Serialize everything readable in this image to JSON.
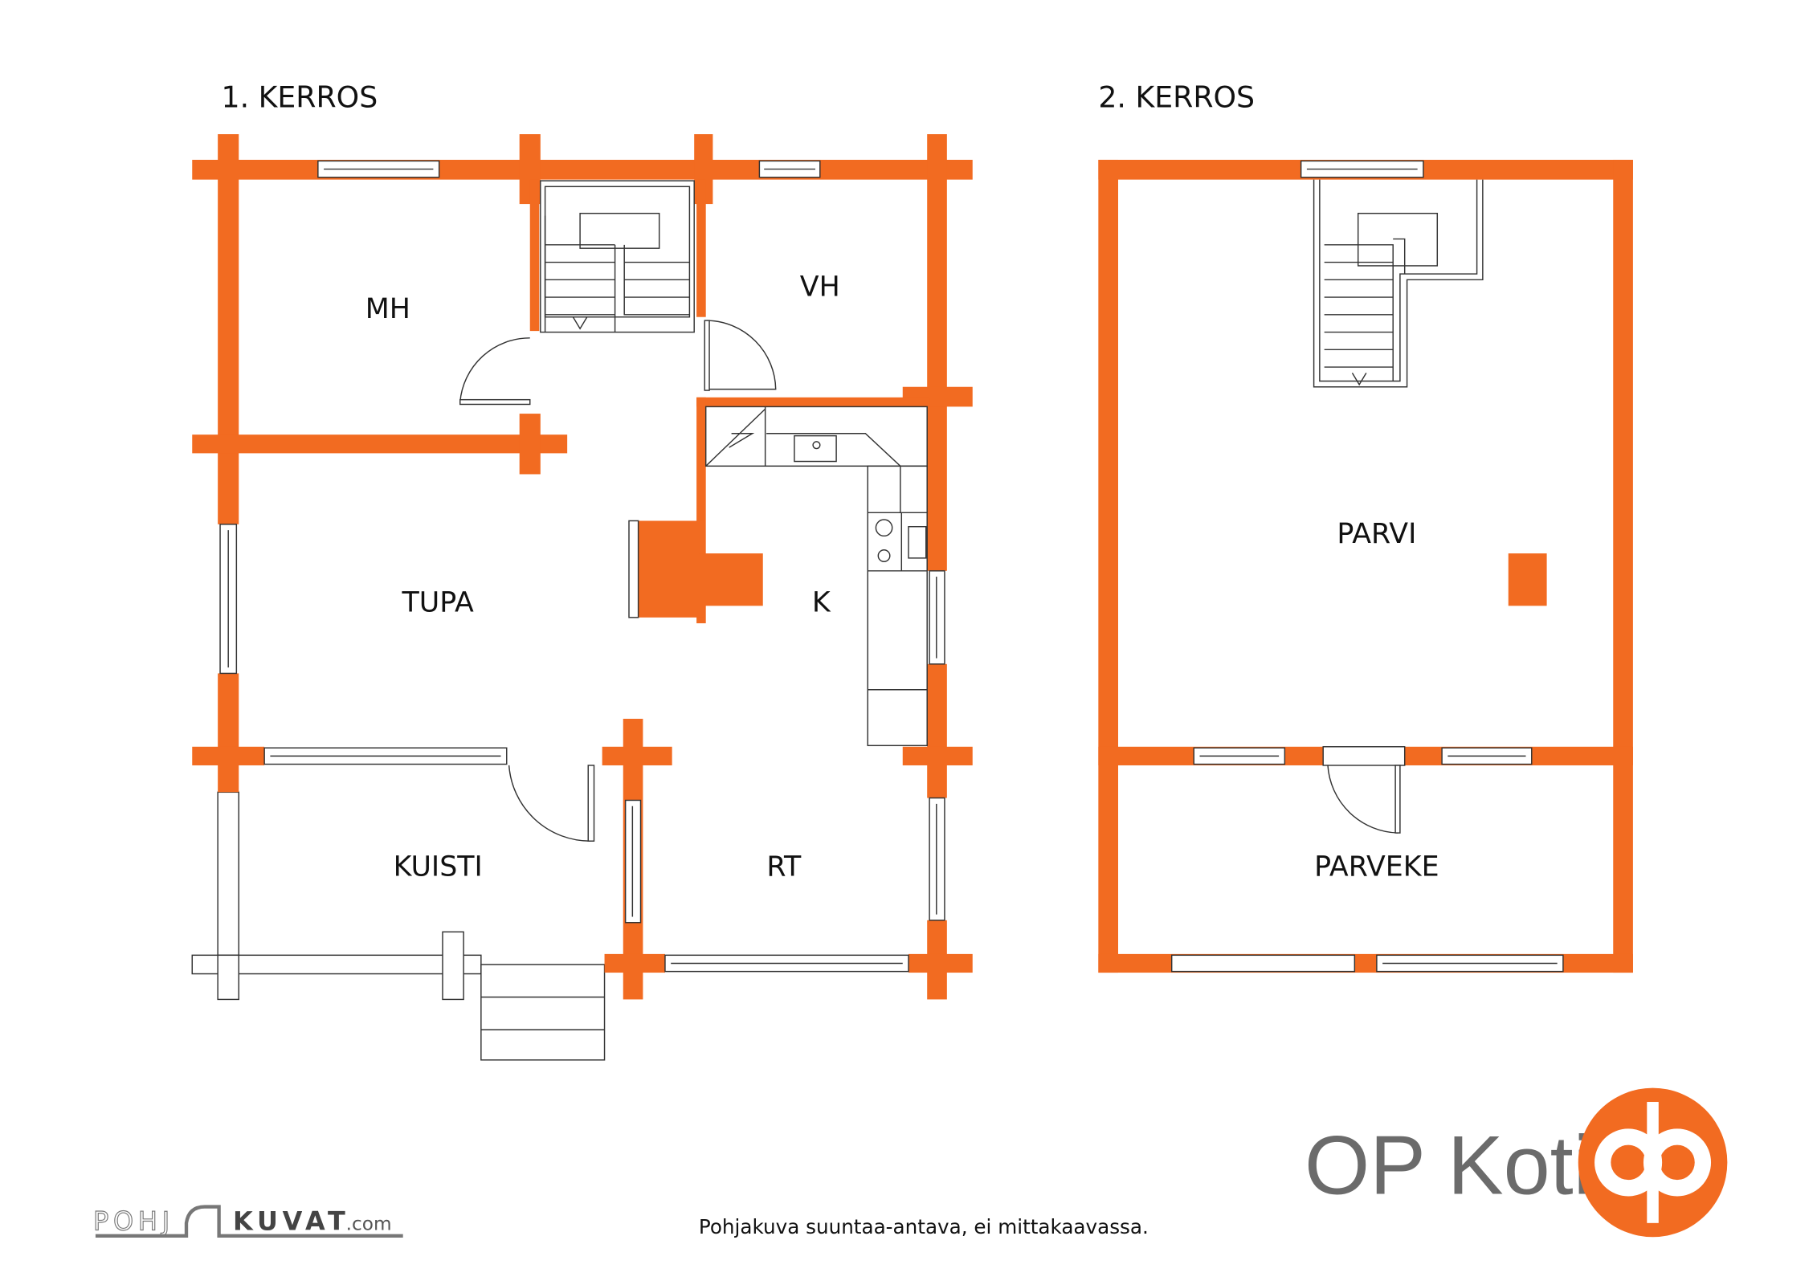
{
  "floors": [
    {
      "title": "1. KERROS",
      "rooms": [
        "MH",
        "VH",
        "TUPA",
        "K",
        "KUISTI",
        "RT"
      ]
    },
    {
      "title": "2. KERROS",
      "rooms": [
        "PARVI",
        "PARVEKE"
      ]
    }
  ],
  "footer": {
    "disclaimer": "Pohjakuva suuntaa-antava, ei mittakaavassa.",
    "pohjakuvat_logo": {
      "left": "POHJ",
      "right": "KUVAT",
      "suffix": ".com"
    },
    "brand": "OP Koti"
  },
  "colors": {
    "wall": "#F26B21",
    "brand_text": "#6B6B6B"
  }
}
